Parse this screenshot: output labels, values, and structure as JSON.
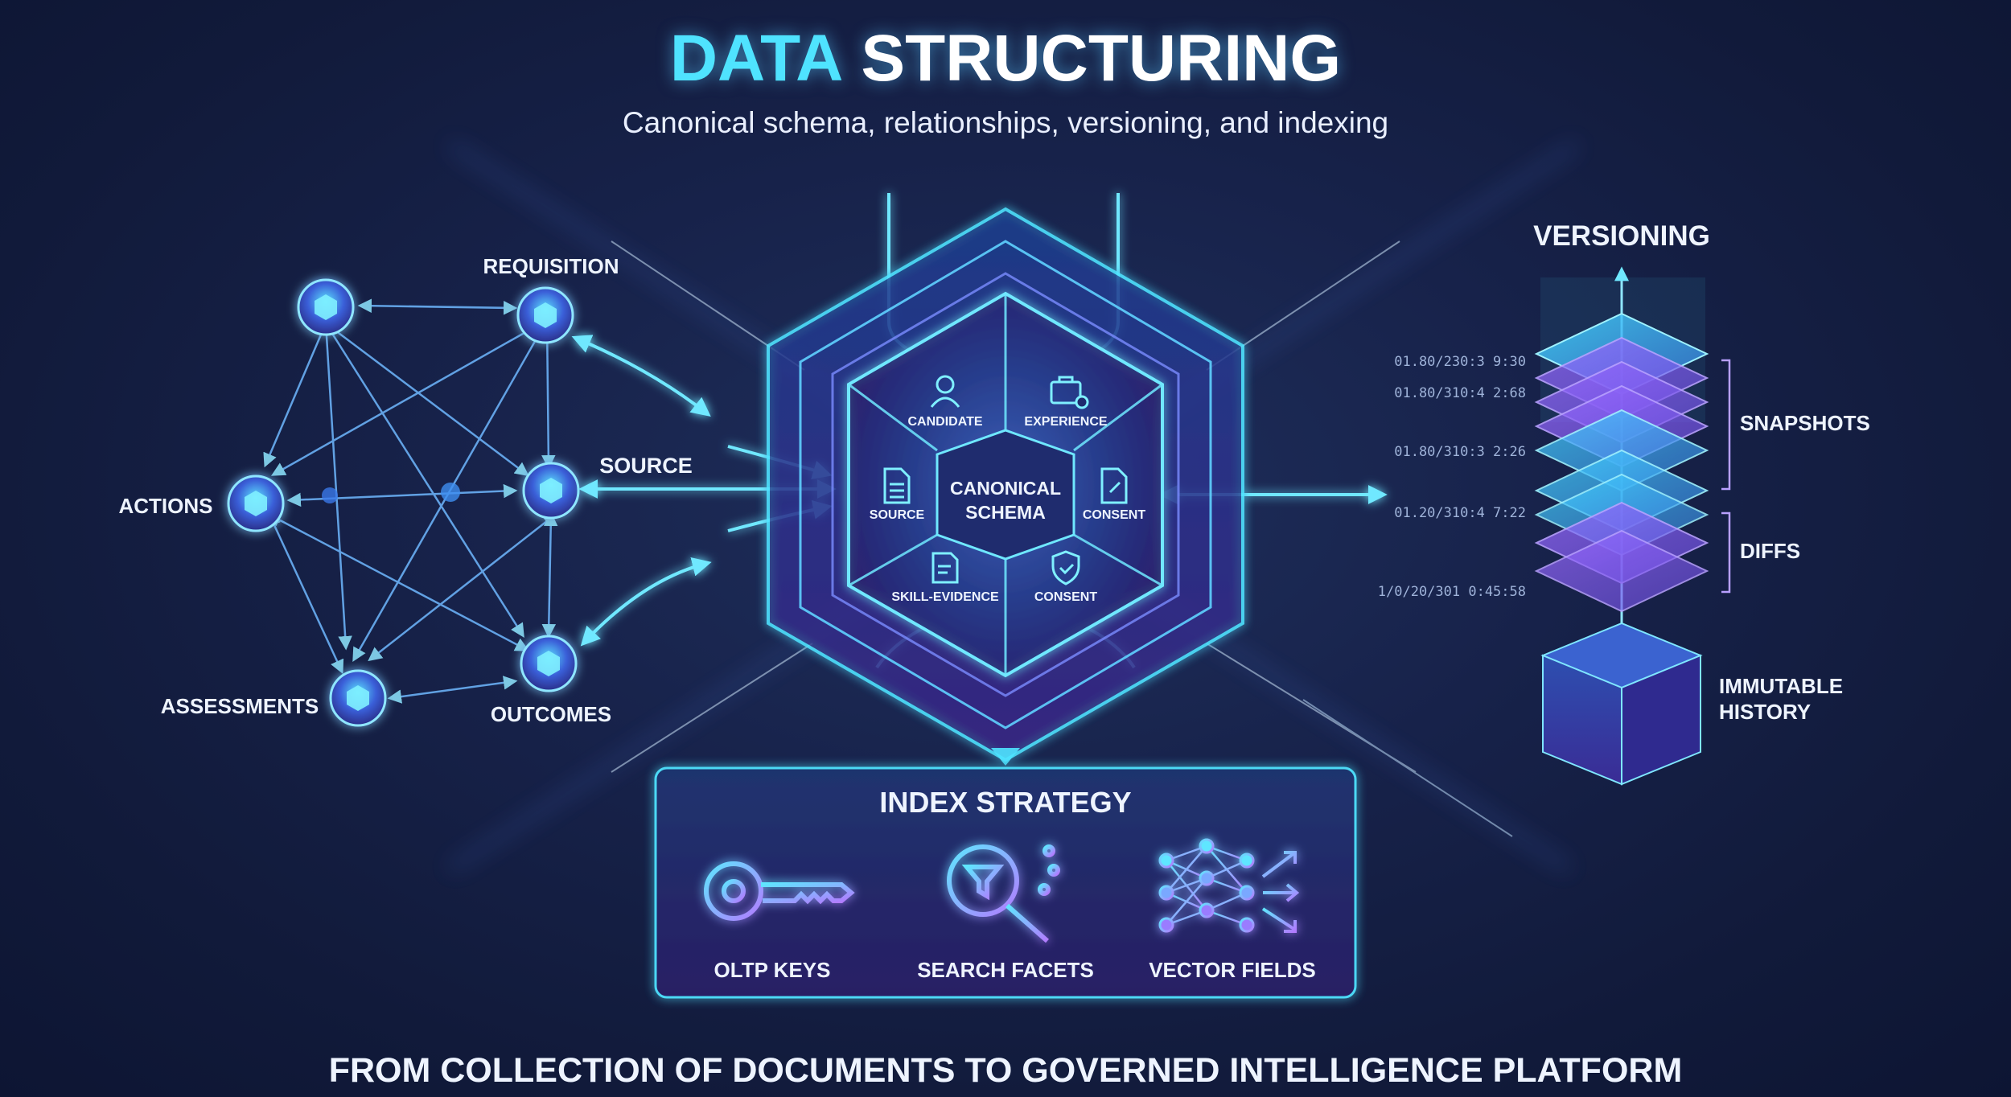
{
  "title": {
    "accent": "DATA",
    "rest": "STRUCTURING"
  },
  "subtitle": "Canonical schema, relationships, versioning, and indexing",
  "graph": {
    "nodes": {
      "requisition": "REQUISITION",
      "actions": "ACTIONS",
      "source": "SOURCE",
      "assessments": "ASSESSMENTS",
      "outcomes": "OUTCOMES"
    }
  },
  "schema": {
    "center": [
      "CANONICAL",
      "SCHEMA"
    ],
    "segments": {
      "candidate": "CANDIDATE",
      "experience": "EXPERIENCE",
      "source": "SOURCE",
      "consent_right": "CONSENT",
      "skill_evidence": "SKILL-EVIDENCE",
      "consent_bottom": "CONSENT"
    }
  },
  "versioning": {
    "title": "VERSIONING",
    "timestamps": [
      "01.80/230:3 9:30",
      "01.80/310:4 2:68",
      "01.80/310:3 2:26",
      "01.20/310:4 7:22",
      "1/0/20/301 0:45:58"
    ],
    "snapshots": "SNAPSHOTS",
    "diffs": "DIFFS",
    "history": [
      "IMMUTABLE",
      "HISTORY"
    ]
  },
  "index": {
    "title": "INDEX STRATEGY",
    "items": [
      "OLTP KEYS",
      "SEARCH FACETS",
      "VECTOR FIELDS"
    ]
  },
  "footer": "FROM COLLECTION OF DOCUMENTS TO GOVERNED INTELLIGENCE PLATFORM",
  "colors": {
    "cyan": "#4fe3ff",
    "violet": "#9a6bff",
    "white": "#ffffff"
  }
}
